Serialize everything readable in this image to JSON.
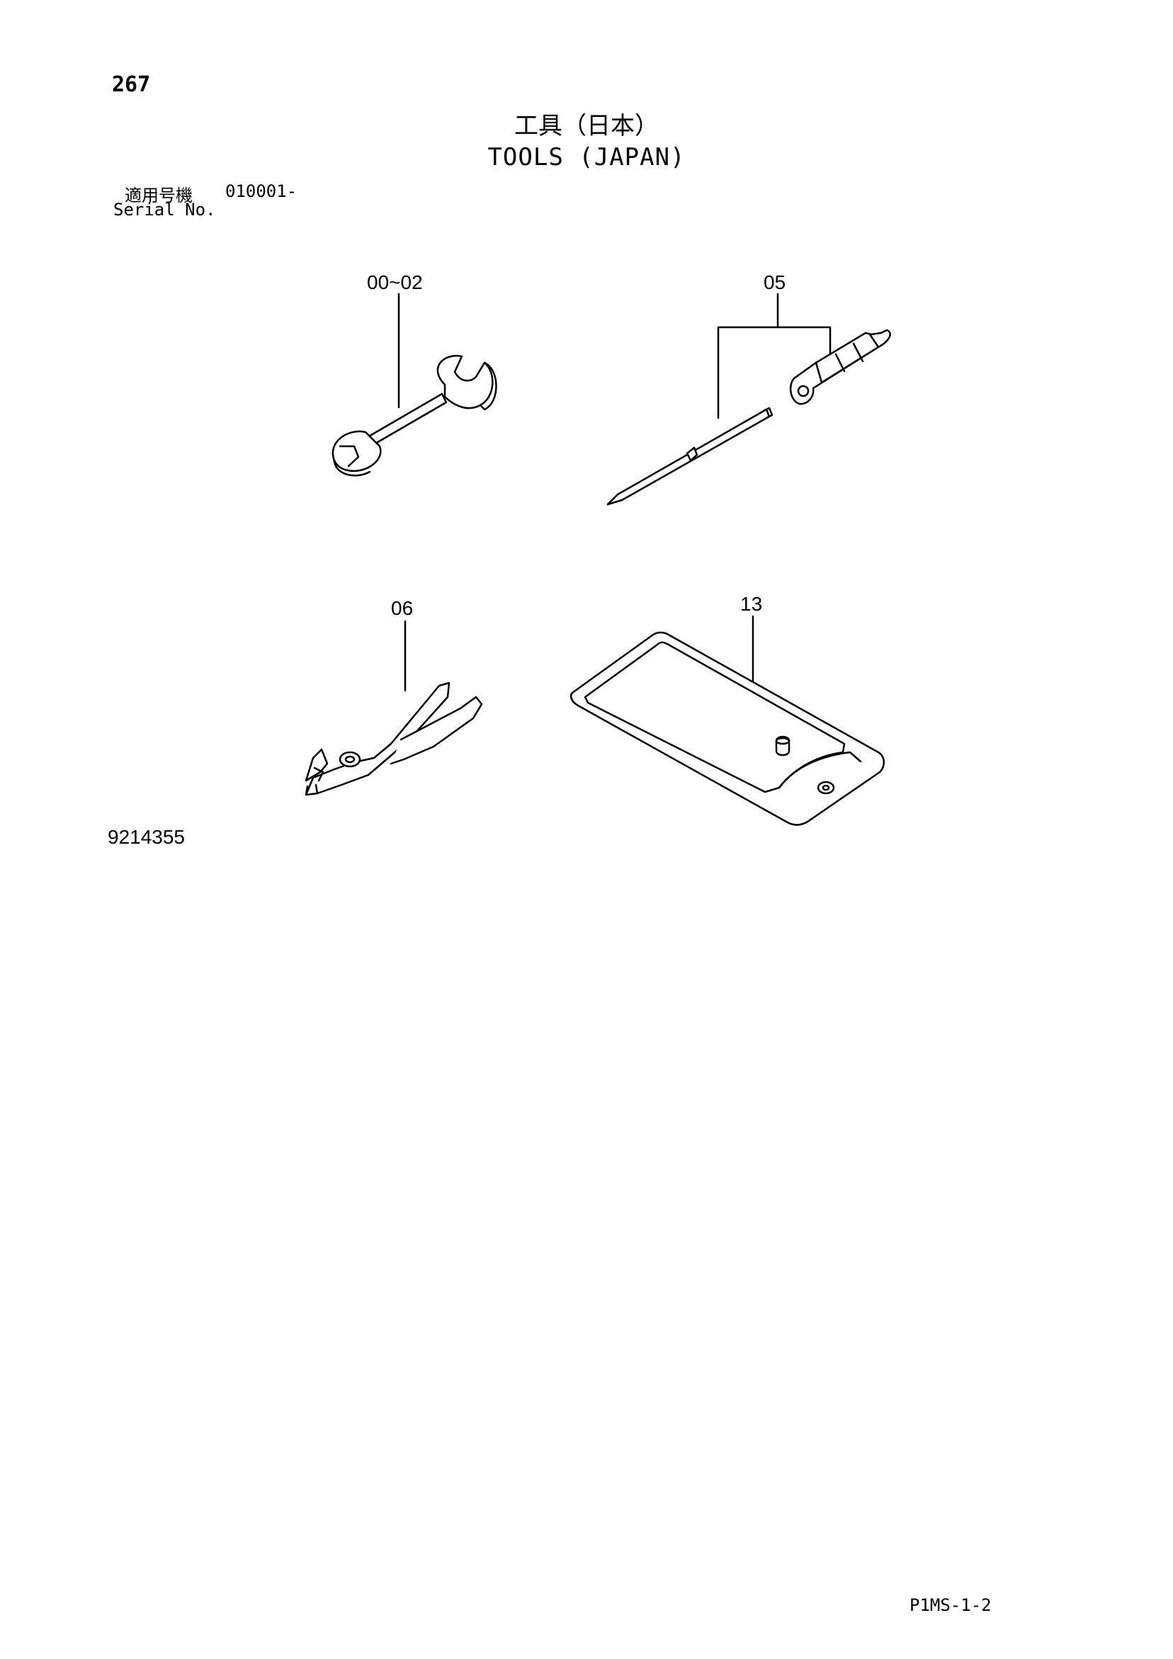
{
  "page": {
    "number": "267",
    "title_jp": "工具（日本）",
    "title_en": "TOOLS (JAPAN)",
    "serial_label_jp": "適用号機",
    "serial_value": "010001-",
    "serial_label_en": "Serial No.",
    "figure_id": "9214355",
    "page_code": "P1MS-1-2"
  },
  "callouts": {
    "wrench": "00~02",
    "screwdriver": "05",
    "pliers": "06",
    "tool_bag": "13"
  }
}
